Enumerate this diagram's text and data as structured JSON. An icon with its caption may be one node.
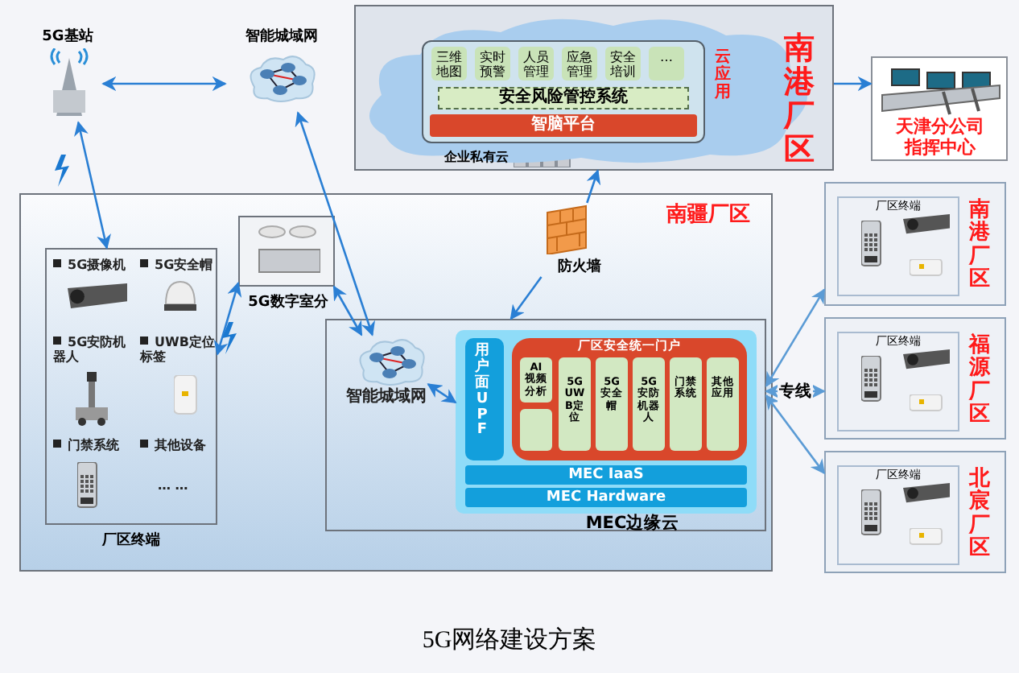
{
  "diagram": {
    "caption": "5G网络建设方案",
    "nodes": [
      {
        "text": [
          "5G基站"
        ]
      },
      {
        "text": [
          "智能城域网"
        ]
      },
      {
        "text": [
          "企业私有云",
          "南港厂区"
        ]
      },
      {
        "text": [
          "云应用"
        ],
        "in": 2
      },
      {
        "text": [
          "三维地图"
        ],
        "in": 3
      },
      {
        "text": [
          "实时预警"
        ],
        "in": 3
      },
      {
        "text": [
          "人员管理"
        ],
        "in": 3
      },
      {
        "text": [
          "应急管理"
        ],
        "in": 3
      },
      {
        "text": [
          "安全培训"
        ],
        "in": 3
      },
      {
        "text": [
          "…"
        ],
        "in": 3
      },
      {
        "text": [
          "安全风险管控系统"
        ],
        "in": 3
      },
      {
        "text": [
          "智脑平台"
        ],
        "in": 3
      },
      {
        "text": [
          "天津分公司指挥中心"
        ]
      },
      {
        "text": [
          "南疆厂区"
        ]
      },
      {
        "text": [
          "厂区终端"
        ],
        "in": 13
      },
      {
        "text": [
          "5G数字室分"
        ],
        "in": 13
      },
      {
        "text": [
          "防火墙"
        ],
        "in": 13
      },
      {
        "text": [
          "MEC边缘云"
        ],
        "in": 13
      },
      {
        "text": [
          "智能城域网"
        ],
        "in": 17
      },
      {
        "text": [],
        "shape": "box",
        "in": 17
      },
      {
        "text": [
          "用户面UPF"
        ],
        "in": 19
      },
      {
        "text": [
          "厂区安全统一门户"
        ],
        "in": 19
      },
      {
        "text": [
          "AI视频分析"
        ],
        "in": 21
      },
      {
        "text": [],
        "shape": "box",
        "in": 21
      },
      {
        "text": [
          "5G UWB定位"
        ],
        "in": 21
      },
      {
        "text": [
          "5G安全帽"
        ],
        "in": 21
      },
      {
        "text": [
          "5G安防机器人"
        ],
        "in": 21
      },
      {
        "text": [
          "门禁系统"
        ],
        "in": 21
      },
      {
        "text": [
          "其他应用"
        ],
        "in": 21
      },
      {
        "text": [
          "MEC IaaS"
        ],
        "in": 19
      },
      {
        "text": [
          "MEC Hardware"
        ],
        "in": 19
      },
      {
        "text": [
          "南港厂区"
        ]
      },
      {
        "text": [
          "厂区终端"
        ],
        "in": 31
      },
      {
        "text": [
          "福源厂区"
        ]
      },
      {
        "text": [
          "厂区终端"
        ],
        "in": 33
      },
      {
        "text": [
          "北宸厂区"
        ]
      },
      {
        "text": [
          "厂区终端"
        ],
        "in": 35
      }
    ],
    "edges": [
      {
        "from": 0,
        "to": 1,
        "arrow": "both"
      },
      {
        "from": 0,
        "to": 14,
        "arrow": "both"
      },
      {
        "from": 1,
        "to": 18,
        "arrow": "both"
      },
      {
        "from": 14,
        "to": 15,
        "arrow": "both"
      },
      {
        "from": 15,
        "to": 18,
        "arrow": "both"
      },
      {
        "from": 18,
        "to": 19,
        "arrow": "both"
      },
      {
        "from": 16,
        "to": 2,
        "arrow": "to"
      },
      {
        "from": 16,
        "to": 17,
        "arrow": "to"
      },
      {
        "from": 2,
        "to": 12,
        "arrow": "to"
      },
      {
        "from": 17,
        "to": 31,
        "arrow": "both"
      },
      {
        "from": 17,
        "to": 33,
        "arrow": "both",
        "label": "专线"
      },
      {
        "from": 17,
        "to": 35,
        "arrow": "both"
      }
    ],
    "labels": [
      "5G摄像机",
      "5G安全帽",
      "5G安防机器人",
      "UWB定位标签",
      "门禁系统",
      "其他设备",
      "… …"
    ]
  }
}
